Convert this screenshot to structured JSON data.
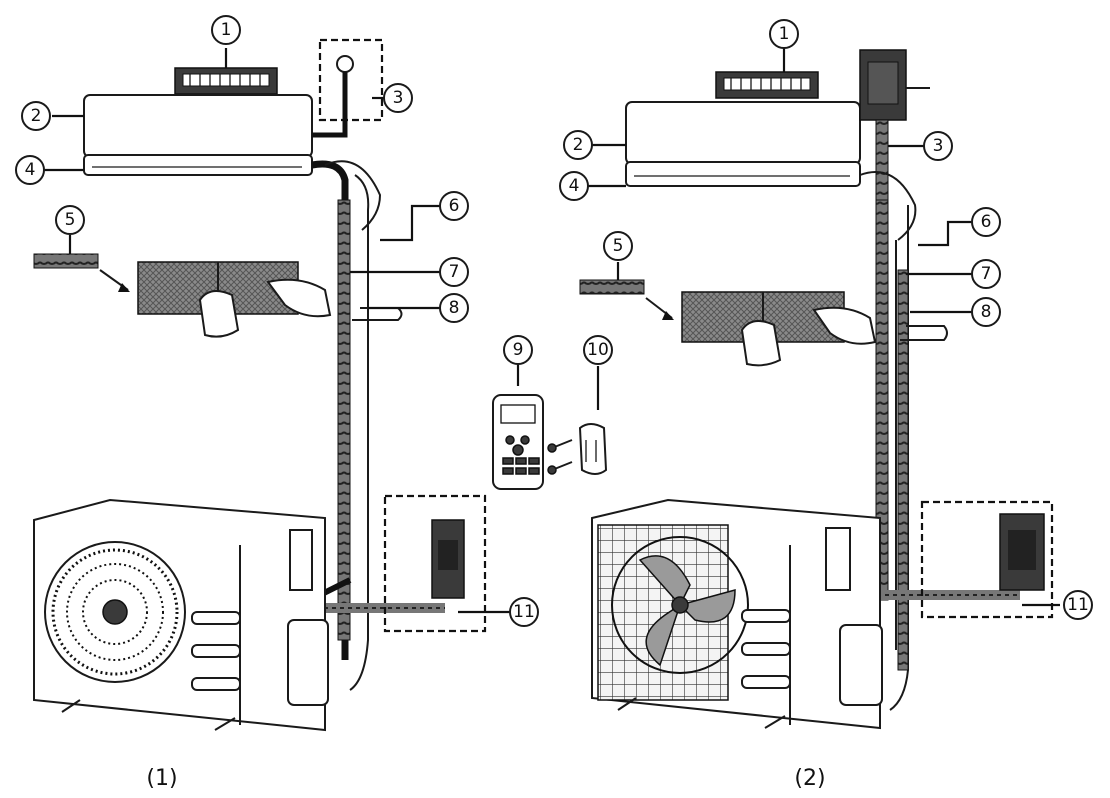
{
  "figures": [
    {
      "caption": "(1)",
      "callouts": [
        "1",
        "2",
        "3",
        "4",
        "5",
        "6",
        "7",
        "8",
        "11"
      ]
    },
    {
      "caption": "(2)",
      "callouts": [
        "1",
        "2",
        "3",
        "4",
        "5",
        "6",
        "7",
        "8",
        "11"
      ]
    }
  ],
  "shared_callouts": [
    "9",
    "10"
  ],
  "colors": {
    "ink": "#1a1a1a",
    "dark_fill": "#3a3a3a",
    "background": "#ffffff"
  }
}
